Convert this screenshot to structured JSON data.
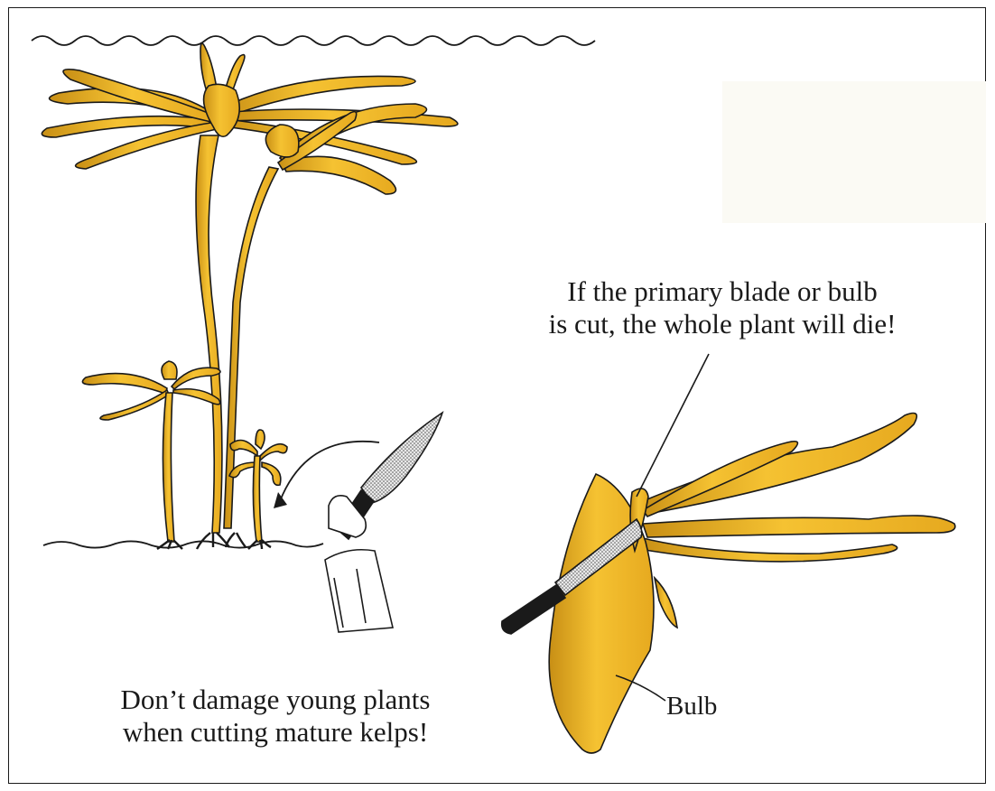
{
  "captions": {
    "left_line1": "Don’t damage young plants",
    "left_line2": "when cutting mature kelps!",
    "right_line1": "If the primary blade or bulb",
    "right_line2": "is cut, the whole plant will die!"
  },
  "labels": {
    "bulb": "Bulb"
  },
  "colors": {
    "kelp_fill": "#f2bb2b",
    "kelp_shade": "#7a5a10",
    "outline": "#1a1a1a",
    "knife_blade": "#d9d9d9",
    "knife_handle": "#1a1a1a",
    "patch": "#fbfaf4"
  }
}
